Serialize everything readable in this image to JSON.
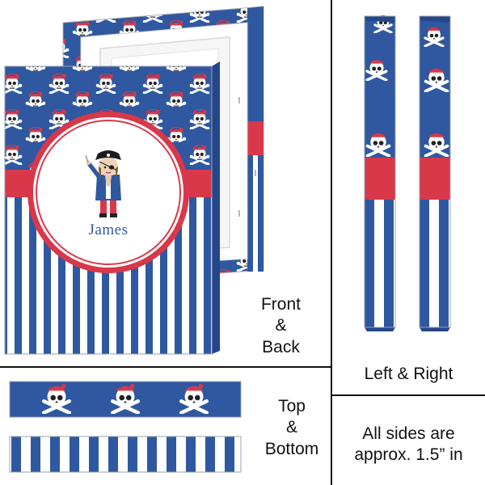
{
  "labels": {
    "front_back": "Front\n&\nBack",
    "left_right": "Left & Right",
    "top_bottom": "Top\n&\nBottom",
    "sides_note": "All sides are\napprox. 1.5” in"
  },
  "canvas": {
    "name": "James"
  },
  "colors": {
    "blue": "#2f58a0",
    "red": "#d9384a",
    "white": "#ffffff",
    "divider": "#111111"
  },
  "icons": [
    "skull-crossbones-icon",
    "pirate-boy-icon"
  ]
}
